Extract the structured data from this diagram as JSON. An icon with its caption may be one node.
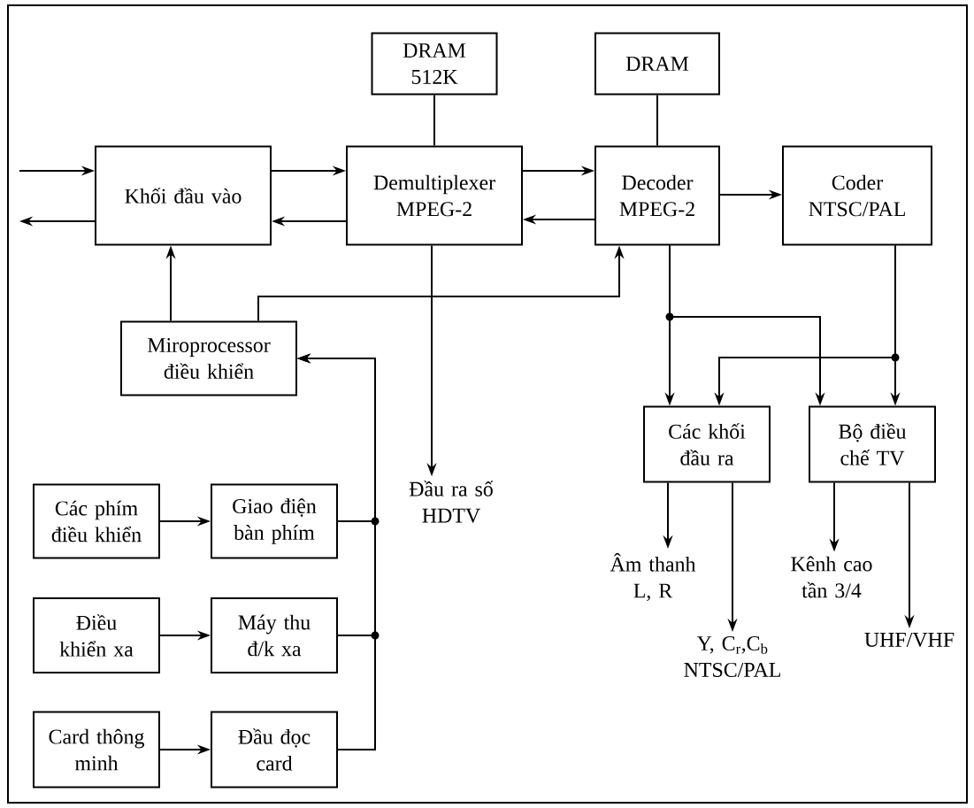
{
  "diagram": {
    "nodes": [
      {
        "text": [
          "Khối đầu vào"
        ]
      },
      {
        "text": [
          "DRAM 512K"
        ]
      },
      {
        "text": [
          "Demultiplexer MPEG-2"
        ]
      },
      {
        "text": [
          "DRAM"
        ]
      },
      {
        "text": [
          "Decoder MPEG-2"
        ]
      },
      {
        "text": [
          "Coder NTSC/PAL"
        ]
      },
      {
        "text": [
          "Miroprocessor điều khiển"
        ]
      },
      {
        "text": [
          "Đầu ra số HDTV"
        ]
      },
      {
        "text": [
          "Các khối đầu ra"
        ]
      },
      {
        "text": [
          "Bộ điều chế TV"
        ]
      },
      {
        "text": [
          "Âm thanh L, R"
        ]
      },
      {
        "text": [
          "Y, C$_{r}$,C$_{b}$ NTSC/PAL"
        ]
      },
      {
        "text": [
          "Kênh cao tần 3/4"
        ]
      },
      {
        "text": [
          "UHF/VHF"
        ]
      },
      {
        "text": [
          "Các phím điều khiển"
        ]
      },
      {
        "text": [
          "Giao điện bàn phím"
        ]
      },
      {
        "text": [
          "Điều khiển xa"
        ]
      },
      {
        "text": [
          "Máy thu đ/k xa"
        ]
      },
      {
        "text": [
          "Card thông minh"
        ]
      },
      {
        "text": [
          "Đầu đọc card"
        ]
      }
    ],
    "edges": [
      {
        "from": null,
        "to": 0,
        "arrow": "to"
      },
      {
        "from": 0,
        "to": null,
        "arrow": "to"
      },
      {
        "from": 0,
        "to": 2,
        "arrow": "to"
      },
      {
        "from": 2,
        "to": 0,
        "arrow": "to"
      },
      {
        "from": 2,
        "to": 4,
        "arrow": "to"
      },
      {
        "from": 4,
        "to": 2,
        "arrow": "to"
      },
      {
        "from": 4,
        "to": 5,
        "arrow": "to"
      },
      {
        "from": 1,
        "to": 2,
        "arrow": "none"
      },
      {
        "from": 3,
        "to": 4,
        "arrow": "none"
      },
      {
        "from": 6,
        "to": 0,
        "arrow": "to"
      },
      {
        "from": 6,
        "to": 4,
        "arrow": "to"
      },
      {
        "from": 2,
        "to": 7,
        "arrow": "to"
      },
      {
        "from": 4,
        "to": 8,
        "arrow": "to"
      },
      {
        "from": 4,
        "to": 9,
        "arrow": "to"
      },
      {
        "from": 5,
        "to": 8,
        "arrow": "to"
      },
      {
        "from": 5,
        "to": 9,
        "arrow": "to"
      },
      {
        "from": 8,
        "to": 10,
        "arrow": "to"
      },
      {
        "from": 8,
        "to": 11,
        "arrow": "to"
      },
      {
        "from": 9,
        "to": 12,
        "arrow": "to"
      },
      {
        "from": 9,
        "to": 13,
        "arrow": "to"
      },
      {
        "from": 14,
        "to": 15,
        "arrow": "to"
      },
      {
        "from": 16,
        "to": 17,
        "arrow": "to"
      },
      {
        "from": 18,
        "to": 19,
        "arrow": "to"
      },
      {
        "from": 15,
        "to": 6,
        "arrow": "to"
      },
      {
        "from": 17,
        "to": 6,
        "arrow": "to"
      },
      {
        "from": 19,
        "to": 6,
        "arrow": "to"
      }
    ]
  }
}
